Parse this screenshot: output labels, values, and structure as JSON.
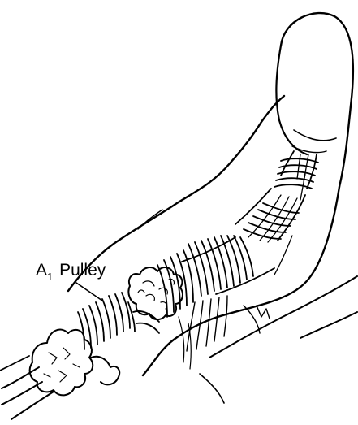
{
  "illustration": {
    "subject": "finger-flexor-tendon-sheath-icon",
    "ink_color": "#000000",
    "background_color": "#ffffff"
  },
  "label": {
    "main": "A",
    "subscript": "1",
    "rest": " Pulley"
  }
}
